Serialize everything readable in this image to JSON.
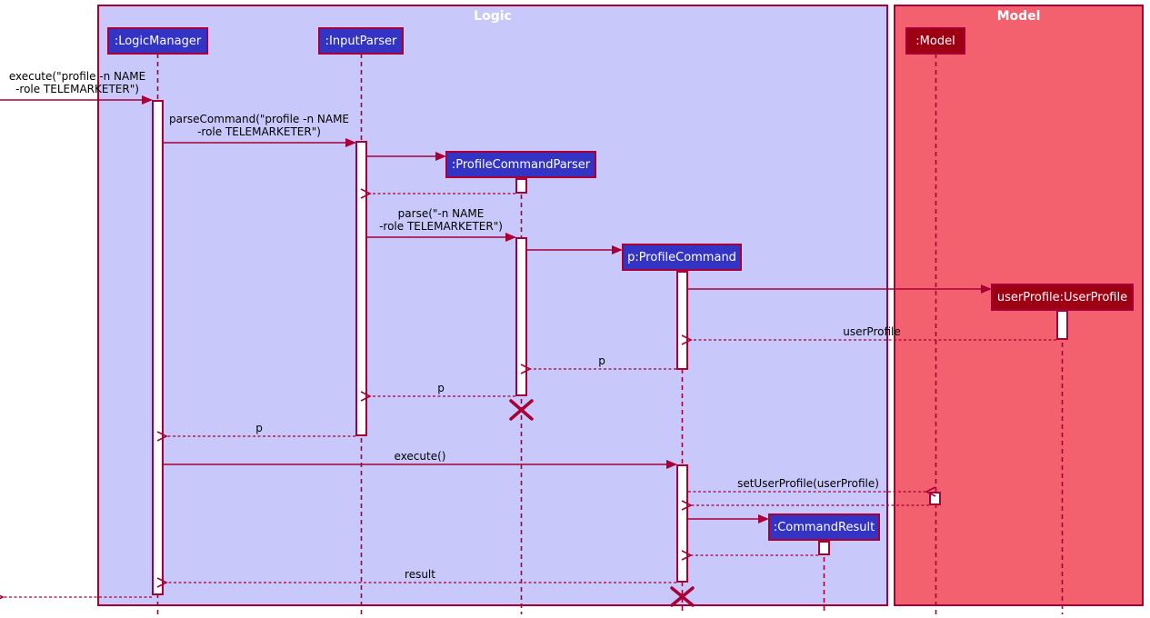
{
  "diagram": {
    "type": "uml-sequence-diagram",
    "frames": {
      "logic": {
        "label": "Logic",
        "bg": "#C8C8FA"
      },
      "model": {
        "label": "Model",
        "bg": "#F4616E"
      }
    },
    "participants": {
      "logic_manager": {
        "label": ":LogicManager",
        "frame": "Logic"
      },
      "input_parser": {
        "label": ":InputParser",
        "frame": "Logic"
      },
      "profile_command_parser": {
        "label": ":ProfileCommandParser",
        "frame": "Logic",
        "created": true,
        "destroyed": true
      },
      "profile_command": {
        "label": "p:ProfileCommand",
        "frame": "Logic",
        "created": true,
        "destroyed": true
      },
      "command_result": {
        "label": ":CommandResult",
        "frame": "Logic",
        "created": true
      },
      "model": {
        "label": ":Model",
        "frame": "Model"
      },
      "user_profile": {
        "label": "userProfile:UserProfile",
        "frame": "Model",
        "created": true
      }
    },
    "messages": {
      "execute_cmd": {
        "type": "call",
        "from": "caller",
        "to": "logic_manager",
        "line1": "execute(\"profile -n NAME",
        "line2": "-role TELEMARKETER\")"
      },
      "parse_command": {
        "type": "call",
        "from": "logic_manager",
        "to": "input_parser",
        "line1": "parseCommand(\"profile -n NAME",
        "line2": "-role TELEMARKETER\")"
      },
      "create_parser": {
        "type": "create",
        "from": "input_parser",
        "to": "profile_command_parser",
        "label": ""
      },
      "parser_created": {
        "type": "return",
        "from": "profile_command_parser",
        "to": "input_parser",
        "label": ""
      },
      "parse": {
        "type": "call",
        "from": "input_parser",
        "to": "profile_command_parser",
        "line1": "parse(\"-n NAME",
        "line2": "-role TELEMARKETER\")"
      },
      "create_command": {
        "type": "create",
        "from": "profile_command_parser",
        "to": "profile_command",
        "label": ""
      },
      "create_userprofile": {
        "type": "create",
        "from": "profile_command",
        "to": "user_profile",
        "label": ""
      },
      "user_profile_return": {
        "type": "return",
        "from": "user_profile",
        "to": "profile_command",
        "label": "userProfile"
      },
      "p_return_1": {
        "type": "return",
        "from": "profile_command",
        "to": "profile_command_parser",
        "label": "p"
      },
      "p_return_2": {
        "type": "return",
        "from": "profile_command_parser",
        "to": "input_parser",
        "label": "p"
      },
      "p_return_3": {
        "type": "return",
        "from": "input_parser",
        "to": "logic_manager",
        "label": "p"
      },
      "execute_p": {
        "type": "call",
        "from": "logic_manager",
        "to": "profile_command",
        "label": "execute()"
      },
      "set_user_profile": {
        "type": "dashed-call",
        "from": "profile_command",
        "to": "model",
        "label": "setUserProfile(userProfile)"
      },
      "set_return": {
        "type": "return",
        "from": "model",
        "to": "profile_command",
        "label": ""
      },
      "create_result": {
        "type": "create",
        "from": "profile_command",
        "to": "command_result",
        "label": ""
      },
      "result_created": {
        "type": "return",
        "from": "command_result",
        "to": "profile_command",
        "label": ""
      },
      "result_return": {
        "type": "return",
        "from": "profile_command",
        "to": "logic_manager",
        "label": "result"
      },
      "final_return": {
        "type": "return",
        "from": "logic_manager",
        "to": "caller",
        "label": ""
      }
    },
    "colors": {
      "logic_frame_bg": "#C8C8FA",
      "model_frame_bg": "#F4616E",
      "logic_box_bg": "#3333C4",
      "model_box_bg": "#9D0012",
      "line_and_border": "#A80036",
      "box_text": "#FFFFFF",
      "message_text": "#000000"
    }
  }
}
